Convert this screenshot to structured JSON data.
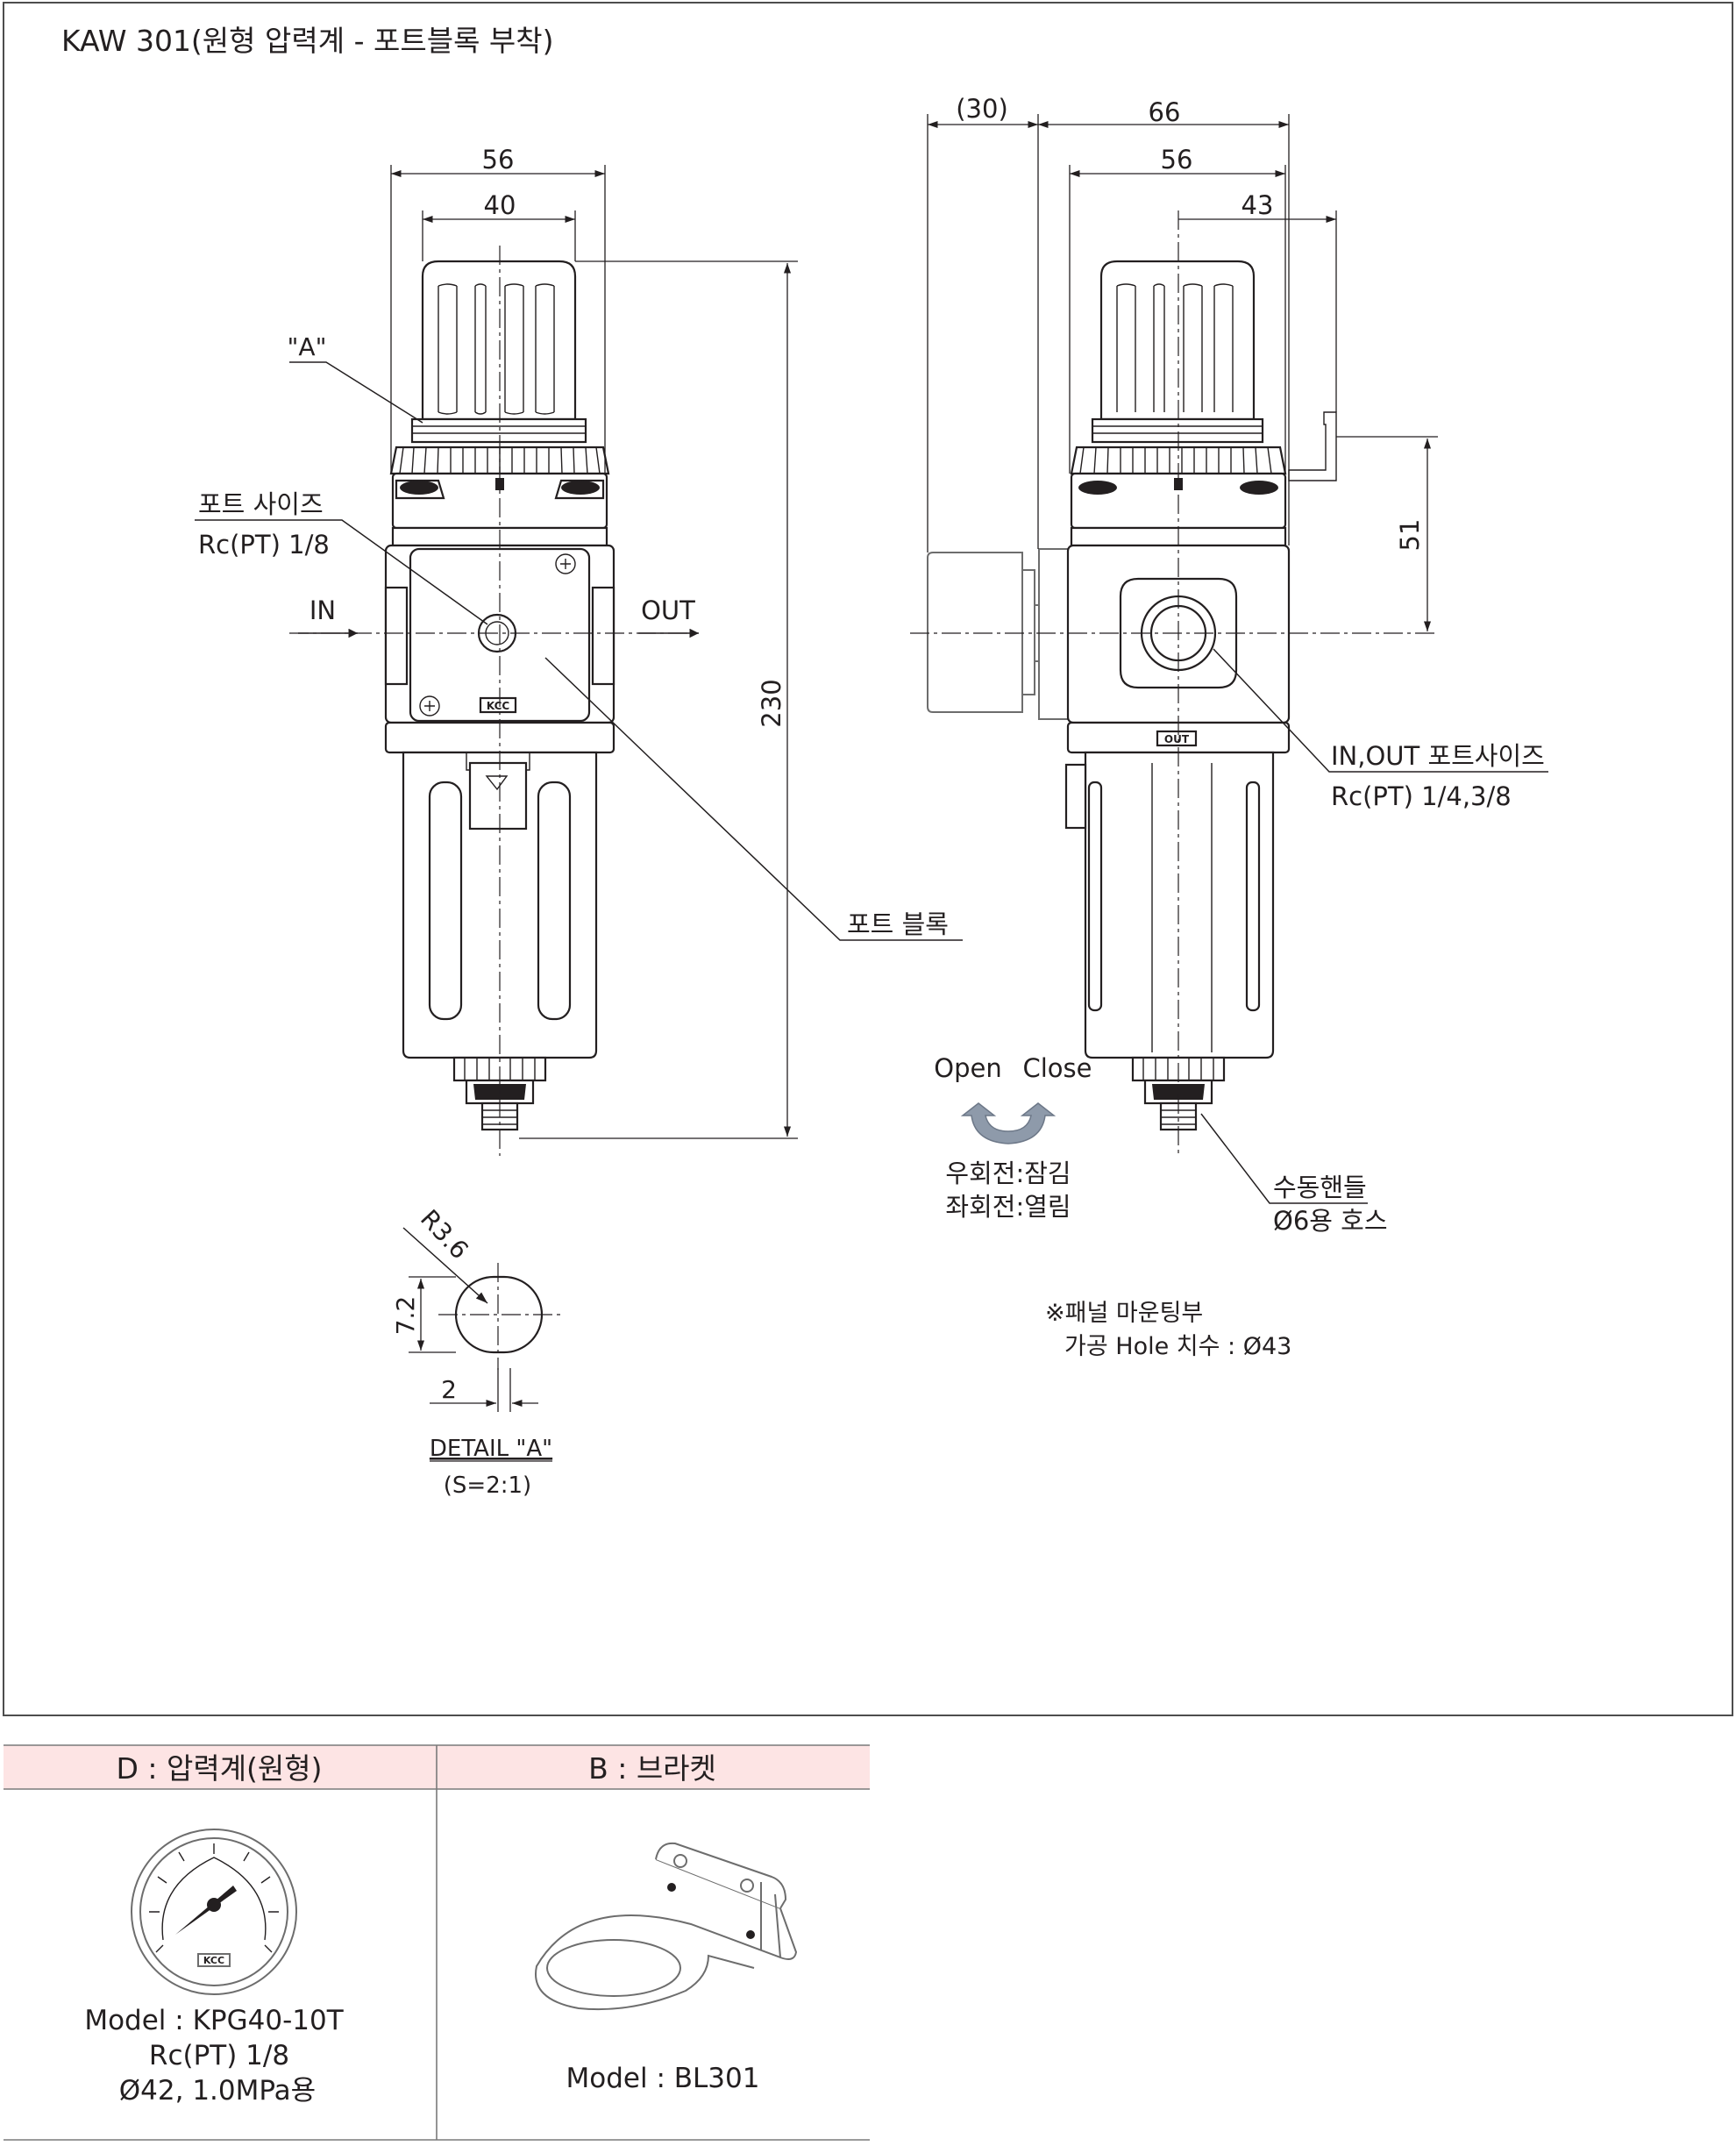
{
  "title": "KAW 301(원형 압력계 - 포트블록 부착)",
  "front_view": {
    "dim_56": "56",
    "dim_40": "40",
    "dim_230": "230",
    "detail_ref": "\"A\"",
    "port_size_label": "포트 사이즈",
    "port_size_value": "Rc(PT) 1/8",
    "in_label": "IN",
    "out_label": "OUT",
    "port_block_label": "포트 블록"
  },
  "side_view": {
    "dim_30": "(30)",
    "dim_66": "66",
    "dim_56": "56",
    "dim_43": "43",
    "dim_51": "51",
    "port_size_label": "IN,OUT 포트사이즈",
    "port_size_value": "Rc(PT) 1/4,3/8",
    "out_mark": "OUT",
    "open_label": "Open",
    "close_label": "Close",
    "rotate_right": "우회전:잠김",
    "rotate_left": "좌회전:열림",
    "handle_label": "수동핸들",
    "hose_label": "Ø6용 호스",
    "panel_note_1": "※패널 마운팅부",
    "panel_note_2": "가공 Hole 치수 : Ø43"
  },
  "detail": {
    "radius": "R3.6",
    "height": "7.2",
    "width": "2",
    "title": "DETAIL \"A\"",
    "scale": "(S=2:1)"
  },
  "options": {
    "gauge": {
      "header": "D : 압력계(원형)",
      "model": "Model : KPG40-10T",
      "port": "Rc(PT) 1/8",
      "spec": "Ø42, 1.0MPa용"
    },
    "bracket": {
      "header": "B : 브라켓",
      "model": "Model : BL301"
    }
  },
  "brand": "KCC"
}
